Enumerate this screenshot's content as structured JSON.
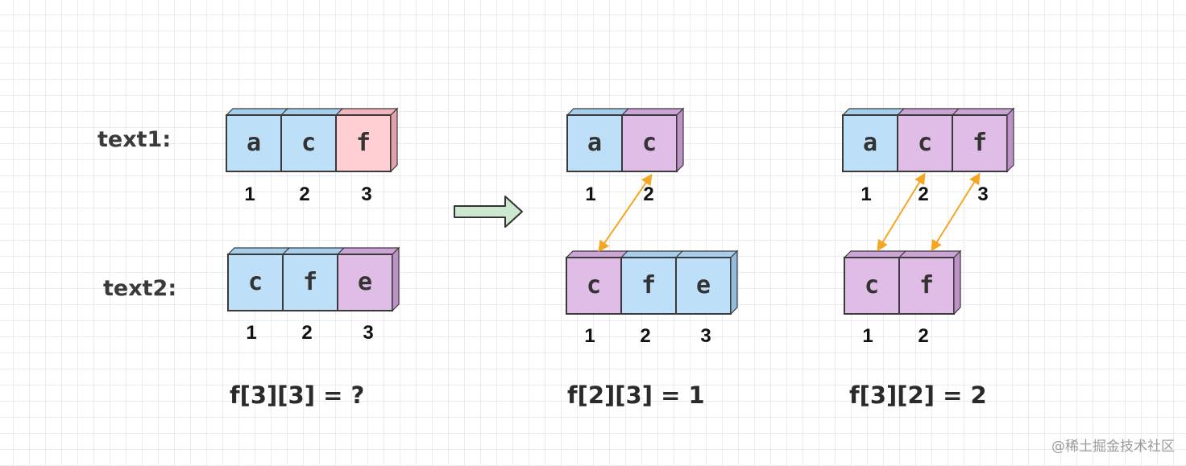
{
  "labels": {
    "text1": "text1:",
    "text2": "text2:"
  },
  "colors": {
    "blue": "#bde0f8",
    "blue_top": "#a6cfee",
    "blue_side": "#93bddd",
    "pink": "#ffcfd4",
    "pink_top": "#f2b5bd",
    "pink_side": "#e3a1ab",
    "purple": "#dfbde6",
    "purple_top": "#cda4d6",
    "purple_side": "#bd92c6",
    "stroke": "#3a3a3a",
    "arrow_orange": "#f5a623",
    "big_arrow_fill": "#cce8cf",
    "big_arrow_stroke": "#333333"
  },
  "groups": {
    "left": {
      "text1": {
        "letters": [
          "a",
          "c",
          "f"
        ],
        "colors": [
          "blue",
          "blue",
          "pink"
        ],
        "indices": [
          "1",
          "2",
          "3"
        ]
      },
      "text2": {
        "letters": [
          "c",
          "f",
          "e"
        ],
        "colors": [
          "blue",
          "blue",
          "purple"
        ],
        "indices": [
          "1",
          "2",
          "3"
        ]
      },
      "equation": "f[3][3] = ?"
    },
    "middle": {
      "text1": {
        "letters": [
          "a",
          "c"
        ],
        "colors": [
          "blue",
          "purple"
        ],
        "indices": [
          "1",
          "2"
        ]
      },
      "text2": {
        "letters": [
          "c",
          "f",
          "e"
        ],
        "colors": [
          "purple",
          "blue",
          "blue"
        ],
        "indices": [
          "1",
          "2",
          "3"
        ]
      },
      "equation": "f[2][3] = 1"
    },
    "right": {
      "text1": {
        "letters": [
          "a",
          "c",
          "f"
        ],
        "colors": [
          "blue",
          "purple",
          "purple"
        ],
        "indices": [
          "1",
          "2",
          "3"
        ]
      },
      "text2": {
        "letters": [
          "c",
          "f"
        ],
        "colors": [
          "purple",
          "purple"
        ],
        "indices": [
          "1",
          "2"
        ]
      },
      "equation": "f[3][2] = 2"
    }
  },
  "watermark": "@稀土掘金技术社区"
}
